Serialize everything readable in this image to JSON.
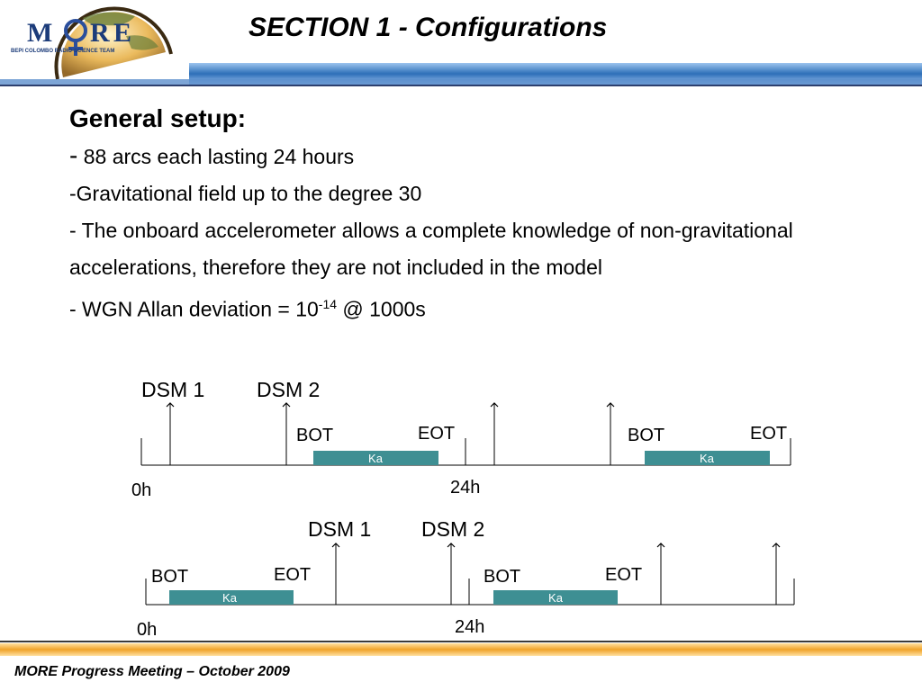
{
  "logo": {
    "letters": [
      "M",
      "O",
      "R",
      "E"
    ],
    "tagline": "BEPI COLOMBO RADIO-SCIENCE TEAM"
  },
  "title": "SECTION 1 - Configurations",
  "general_setup": {
    "heading": "General setup:",
    "line1_dash": "-",
    "line1_text": " 88 arcs each lasting 24 hours",
    "line2": "-Gravitational field up to the degree 30",
    "line3": "- The onboard accelerometer allows a complete knowledge of non-gravitational accelerations, therefore they are not included in the model",
    "line4_prefix": "- WGN Allan deviation = 10",
    "line4_exponent": "-14",
    "line4_suffix": " @ 1000s"
  },
  "diagram1": {
    "dsm1_label": "DSM 1",
    "dsm2_label": "DSM 2",
    "bot_1": "BOT",
    "eot_1": "EOT",
    "ka_1": "Ka",
    "bot_2": "BOT",
    "eot_2": "EOT",
    "ka_2": "Ka",
    "start_label": "0h",
    "mid_label": "24h"
  },
  "diagram2": {
    "dsm1_label": "DSM 1",
    "dsm2_label": "DSM 2",
    "bot_1": "BOT",
    "eot_1": "EOT",
    "ka_1": "Ka",
    "bot_2": "BOT",
    "eot_2": "EOT",
    "ka_2": "Ka",
    "start_label": "0h",
    "mid_label": "24h"
  },
  "footer": "MORE Progress Meeting – October 2009",
  "colors": {
    "ka_bar": "#3e8f93",
    "band_blue": "#2d6fb8",
    "band_orange": "#f0a32a"
  }
}
